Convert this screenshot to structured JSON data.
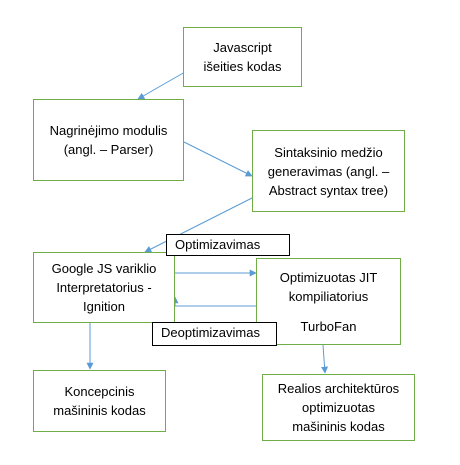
{
  "diagram": {
    "nodes": {
      "source": {
        "lines": [
          "Javascript",
          "išeities kodas"
        ]
      },
      "parser": {
        "lines": [
          "Nagrinėjimo modulis",
          "(angl. – Parser)"
        ]
      },
      "ast": {
        "lines": [
          "Sintaksinio medžio",
          "generavimas (angl. –",
          "Abstract syntax tree)"
        ]
      },
      "ignition": {
        "lines": [
          "Google JS variklio",
          "Interpretatorius -",
          "Ignition"
        ]
      },
      "turbofan": {
        "lines": [
          "Optimizuotas JIT",
          "kompiliatorius"
        ],
        "name": "TurboFan"
      },
      "bytecode": {
        "lines": [
          "Koncepcinis",
          "mašininis kodas"
        ]
      },
      "optimized": {
        "lines": [
          "Realios architektūros",
          "optimizuotas",
          "mašininis kodas"
        ]
      }
    },
    "edge_labels": {
      "optimize": "Optimizavimas",
      "deoptimize": "Deoptimizavimas"
    },
    "colors": {
      "box_border": "#70ad47",
      "arrow": "#5b9bd5",
      "label_border": "#000000"
    }
  }
}
